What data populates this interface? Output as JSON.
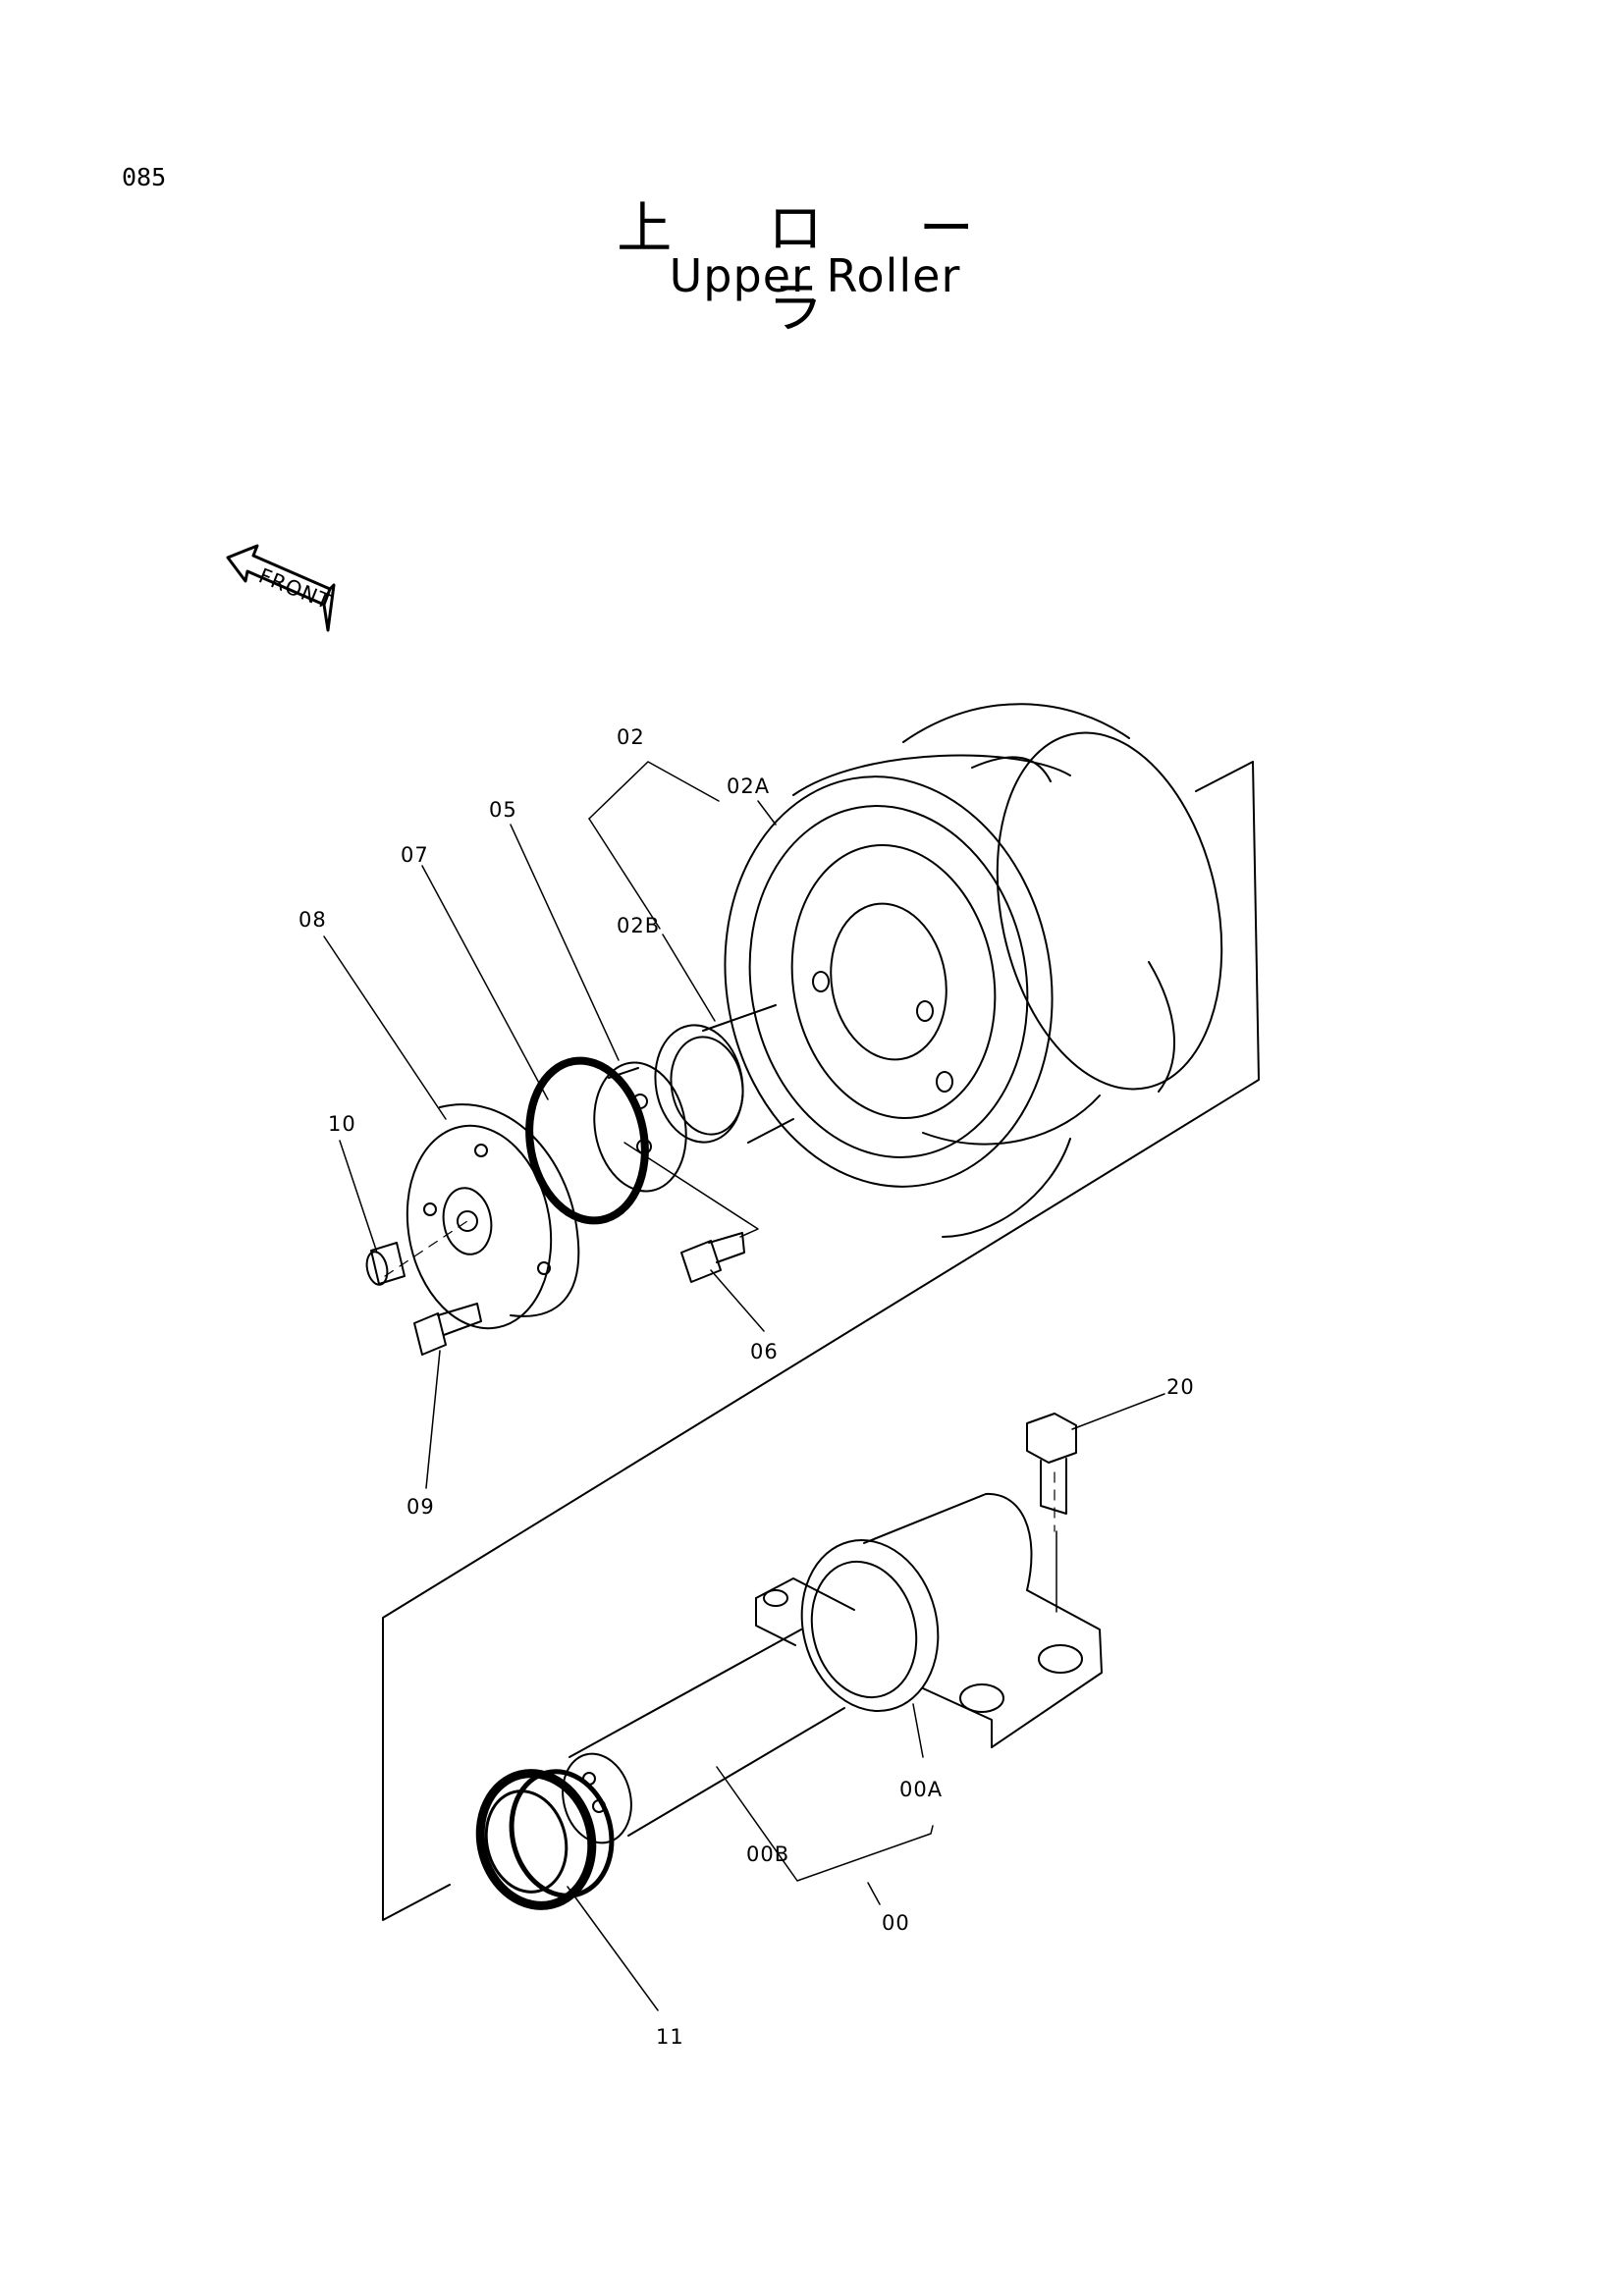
{
  "page": {
    "number": "085"
  },
  "title": {
    "japanese": "上 ロ ー ラ",
    "english": "Upper Roller"
  },
  "front_indicator": {
    "label": "FRONT"
  },
  "part_labels": {
    "p02": "02",
    "p02A": "02A",
    "p02B": "02B",
    "p05": "05",
    "p07": "07",
    "p08": "08",
    "p10": "10",
    "p06": "06",
    "p09": "09",
    "p20": "20",
    "p00A": "00A",
    "p00B": "00B",
    "p00": "00",
    "p11": "11"
  }
}
